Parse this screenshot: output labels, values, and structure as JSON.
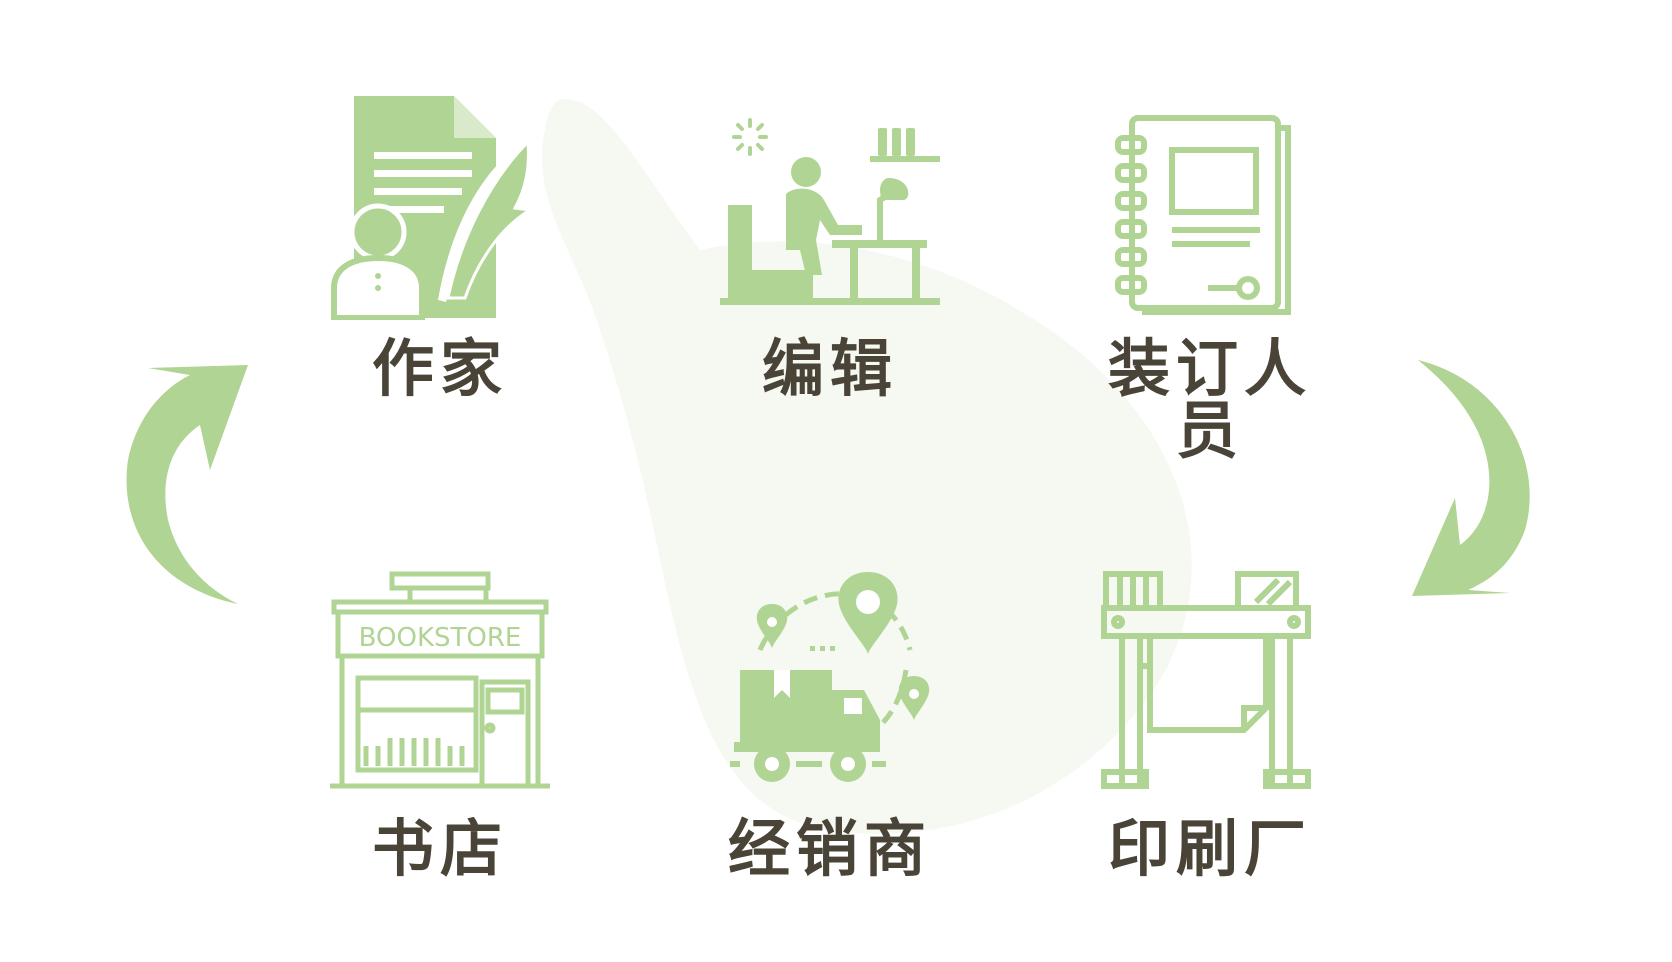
{
  "diagram": {
    "accent_color": "#b0d493",
    "blob_color": "#f5f9f1",
    "text_color": "#4a4438",
    "nodes": [
      {
        "id": "writer",
        "label": "作家",
        "icon": "writer-document-quill-icon"
      },
      {
        "id": "editor",
        "label": "编辑",
        "icon": "editor-at-desk-icon"
      },
      {
        "id": "binder",
        "label": "装订人员",
        "icon": "notebook-binding-icon"
      },
      {
        "id": "bookstore",
        "label": "书店",
        "icon": "bookstore-storefront-icon",
        "sign": "BOOKSTORE"
      },
      {
        "id": "distributor",
        "label": "经销商",
        "icon": "delivery-truck-route-icon"
      },
      {
        "id": "printer",
        "label": "印刷厂",
        "icon": "printing-press-icon"
      }
    ],
    "arrows": [
      {
        "id": "right",
        "icon": "curved-arrow-down-icon"
      },
      {
        "id": "left",
        "icon": "curved-arrow-up-icon"
      }
    ]
  }
}
